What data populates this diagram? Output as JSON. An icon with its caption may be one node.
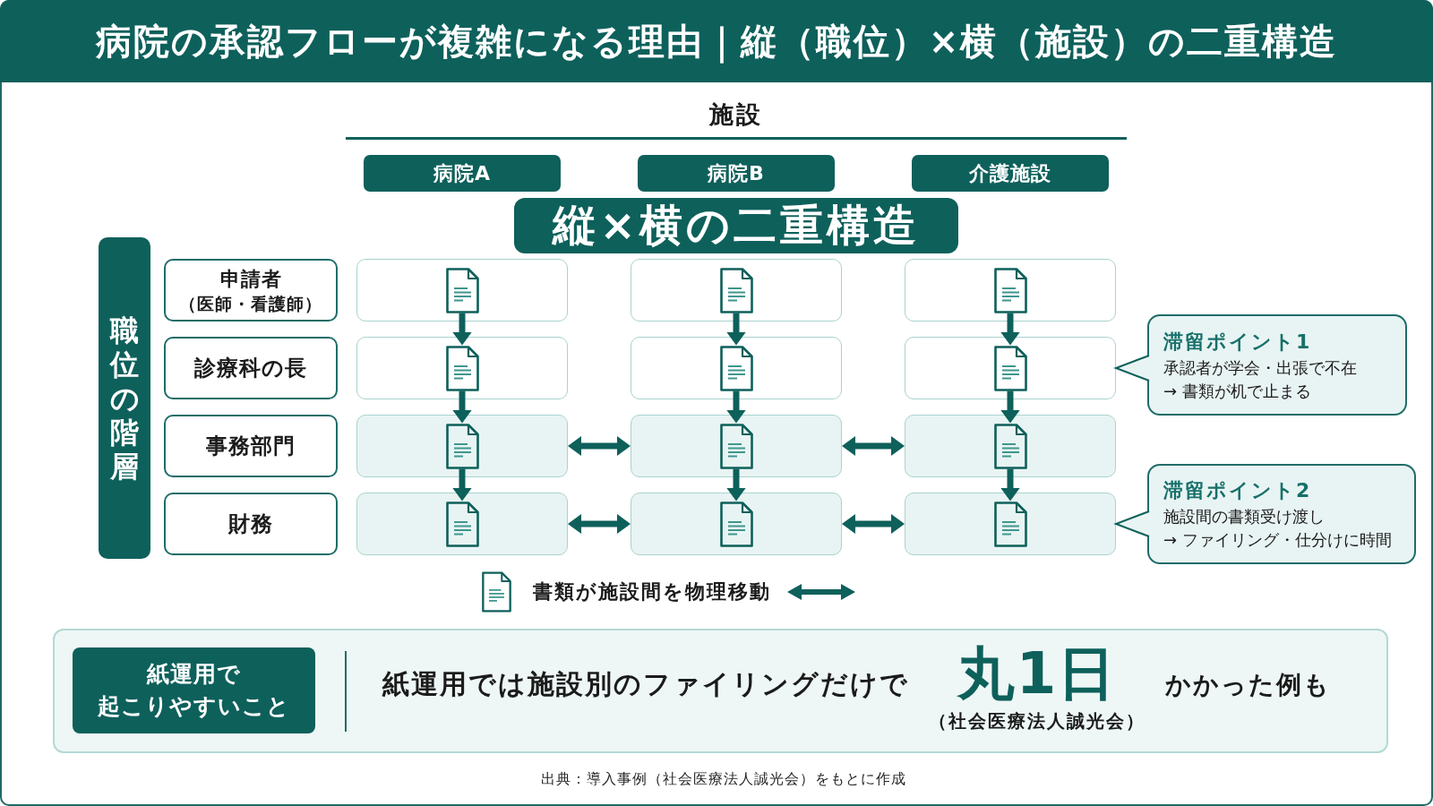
{
  "diagram": {
    "title": "病院の承認フローが複雑になる理由｜縦（職位）×横（施設）の二重構造",
    "nodes": [
      {
        "text": [
          "病院A"
        ]
      },
      {
        "text": [
          "病院B"
        ]
      },
      {
        "text": [
          "介護施設"
        ]
      },
      {
        "text": [
          "縦×横の二重構造"
        ]
      },
      {
        "text": [
          "職位の階層"
        ]
      },
      {
        "text": [
          "申請者",
          "（医師・看護師）"
        ]
      },
      {
        "text": [],
        "shape": "box"
      },
      {
        "text": [],
        "shape": "document",
        "in": 6
      },
      {
        "text": [],
        "shape": "box"
      },
      {
        "text": [],
        "shape": "document",
        "in": 8
      },
      {
        "text": [],
        "shape": "box"
      },
      {
        "text": [],
        "shape": "document",
        "in": 10
      },
      {
        "text": [
          "診療科の長"
        ]
      },
      {
        "text": [],
        "shape": "box"
      },
      {
        "text": [],
        "shape": "document",
        "in": 13
      },
      {
        "text": [],
        "shape": "box"
      },
      {
        "text": [],
        "shape": "document",
        "in": 15
      },
      {
        "text": [],
        "shape": "box"
      },
      {
        "text": [],
        "shape": "document",
        "in": 17
      },
      {
        "text": [
          "滞留ポイント1",
          "承認者が学会・出張で不在",
          "→ 書類が机で止まる"
        ]
      },
      {
        "text": [
          "事務部門"
        ]
      },
      {
        "text": [],
        "shape": "box"
      },
      {
        "text": [],
        "shape": "document",
        "in": 21
      },
      {
        "text": [],
        "shape": "box"
      },
      {
        "text": [],
        "shape": "document",
        "in": 23
      },
      {
        "text": [],
        "shape": "box"
      },
      {
        "text": [],
        "shape": "document",
        "in": 25
      },
      {
        "text": [
          "財務"
        ]
      },
      {
        "text": [],
        "shape": "box"
      },
      {
        "text": [],
        "shape": "document",
        "in": 28
      },
      {
        "text": [],
        "shape": "box"
      },
      {
        "text": [],
        "shape": "document",
        "in": 30
      },
      {
        "text": [],
        "shape": "box"
      },
      {
        "text": [],
        "shape": "document",
        "in": 32
      },
      {
        "text": [
          "滞留ポイント2",
          "施設間の書類受け渡し",
          "→ ファイリング・仕分けに時間"
        ]
      },
      {
        "text": [
          "紙運用では施設別のファイリングだけで",
          "丸1日",
          "かかった例も",
          "（社会医療法人誠光会）"
        ]
      },
      {
        "text": [
          "紙運用で起こりやすいこと"
        ],
        "in": 35
      }
    ],
    "edges": [
      {
        "from": 7,
        "to": 14,
        "arrow": "to"
      },
      {
        "from": 9,
        "to": 16,
        "arrow": "to"
      },
      {
        "from": 11,
        "to": 18,
        "arrow": "to"
      },
      {
        "from": 14,
        "to": 22,
        "arrow": "to"
      },
      {
        "from": 16,
        "to": 24,
        "arrow": "to"
      },
      {
        "from": 18,
        "to": 26,
        "arrow": "to"
      },
      {
        "from": 21,
        "to": 23,
        "arrow": "both"
      },
      {
        "from": 23,
        "to": 25,
        "arrow": "both"
      },
      {
        "from": 22,
        "to": 29,
        "arrow": "to"
      },
      {
        "from": 24,
        "to": 31,
        "arrow": "to"
      },
      {
        "from": 26,
        "to": 33,
        "arrow": "to"
      },
      {
        "from": 28,
        "to": 30,
        "arrow": "both"
      },
      {
        "from": 30,
        "to": 32,
        "arrow": "both"
      },
      {
        "from": 19,
        "to": 17,
        "arrow": "to"
      },
      {
        "from": 34,
        "to": 32,
        "arrow": "to"
      }
    ],
    "labels": [
      "施設",
      "出典：導入事例（社会医療法人誠光会）をもとに作成"
    ],
    "legend": [
      {
        "text": "書類が施設間を物理移動"
      }
    ]
  }
}
